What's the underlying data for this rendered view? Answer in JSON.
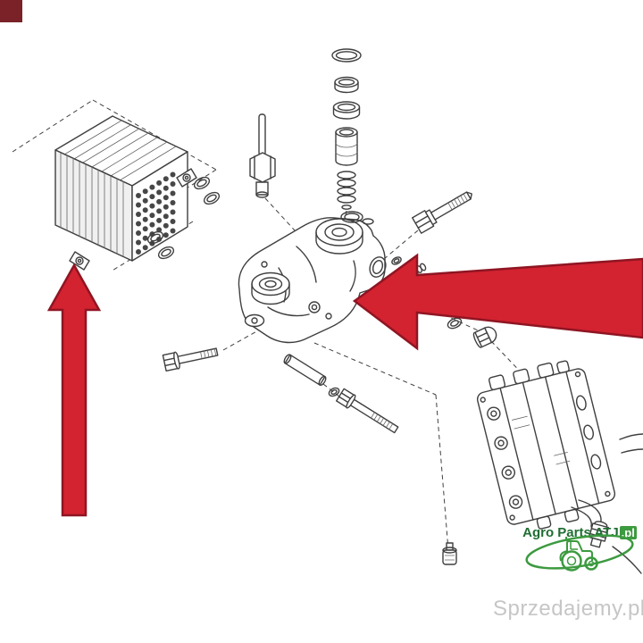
{
  "colors": {
    "background": "#ffffff",
    "line": "#3f3f3f",
    "line_light": "#666666",
    "arrow_fill": "#d32230",
    "arrow_stroke": "#8f1522",
    "corner_square": "#7a2228",
    "logo_green": "#3c9a3f",
    "logo_green_dark": "#1f6d32",
    "watermark": "#c6c6c6"
  },
  "branding": {
    "logo_main": "Agro Parts ATJ",
    "logo_suffix": ".pl",
    "tractor_icon": "tractor-icon"
  },
  "watermark": {
    "text": "Sprzedajemy.pl"
  },
  "figure": {
    "type": "exploded-parts-diagram",
    "parts": [
      "engine-oil-cooler",
      "o-ring-seals",
      "mounting-stud-and-nut",
      "valve-seal-stack",
      "banjo-bolt",
      "check-ball-and-spring",
      "sealing-ring",
      "plug-fitting",
      "oil-cooler-bracket-housing",
      "hex-flange-bolt",
      "dowel-pin",
      "long-hex-bolt",
      "hydraulic-control-valve-block",
      "hose-fitting",
      "drain-plug"
    ],
    "callouts": [
      "red-arrow-up",
      "red-arrow-left"
    ]
  }
}
